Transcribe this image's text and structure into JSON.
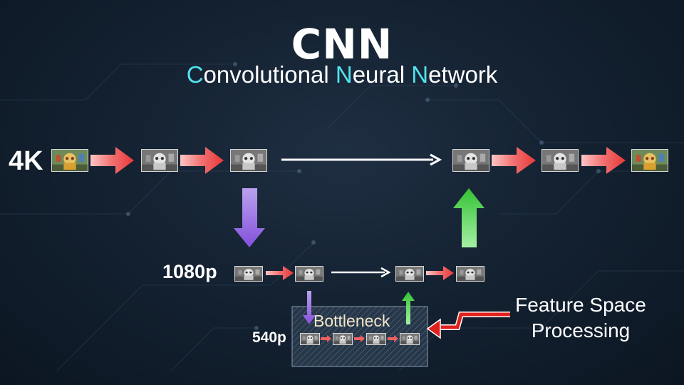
{
  "title": "CNN",
  "subtitle": {
    "segments": [
      {
        "text": "C",
        "hl": true
      },
      {
        "text": "onvolutional ",
        "hl": false
      },
      {
        "text": "N",
        "hl": true
      },
      {
        "text": "eural ",
        "hl": false
      },
      {
        "text": "N",
        "hl": true
      },
      {
        "text": "etwork",
        "hl": false
      }
    ]
  },
  "levels": {
    "top": "4K",
    "middle": "1080p",
    "bottom": "540p"
  },
  "bottleneck_label": "Bottleneck",
  "feature_label": {
    "line1": "Feature Space",
    "line2": "Processing"
  },
  "colors": {
    "highlight": "#52e3ec",
    "red_arrow": "#f04e4e",
    "purple_arrow": "#9b6ee6",
    "green_arrow": "#4cd44c",
    "skip_arrow": "#ffffff"
  },
  "thumbnail_icon": "robot-image-icon"
}
